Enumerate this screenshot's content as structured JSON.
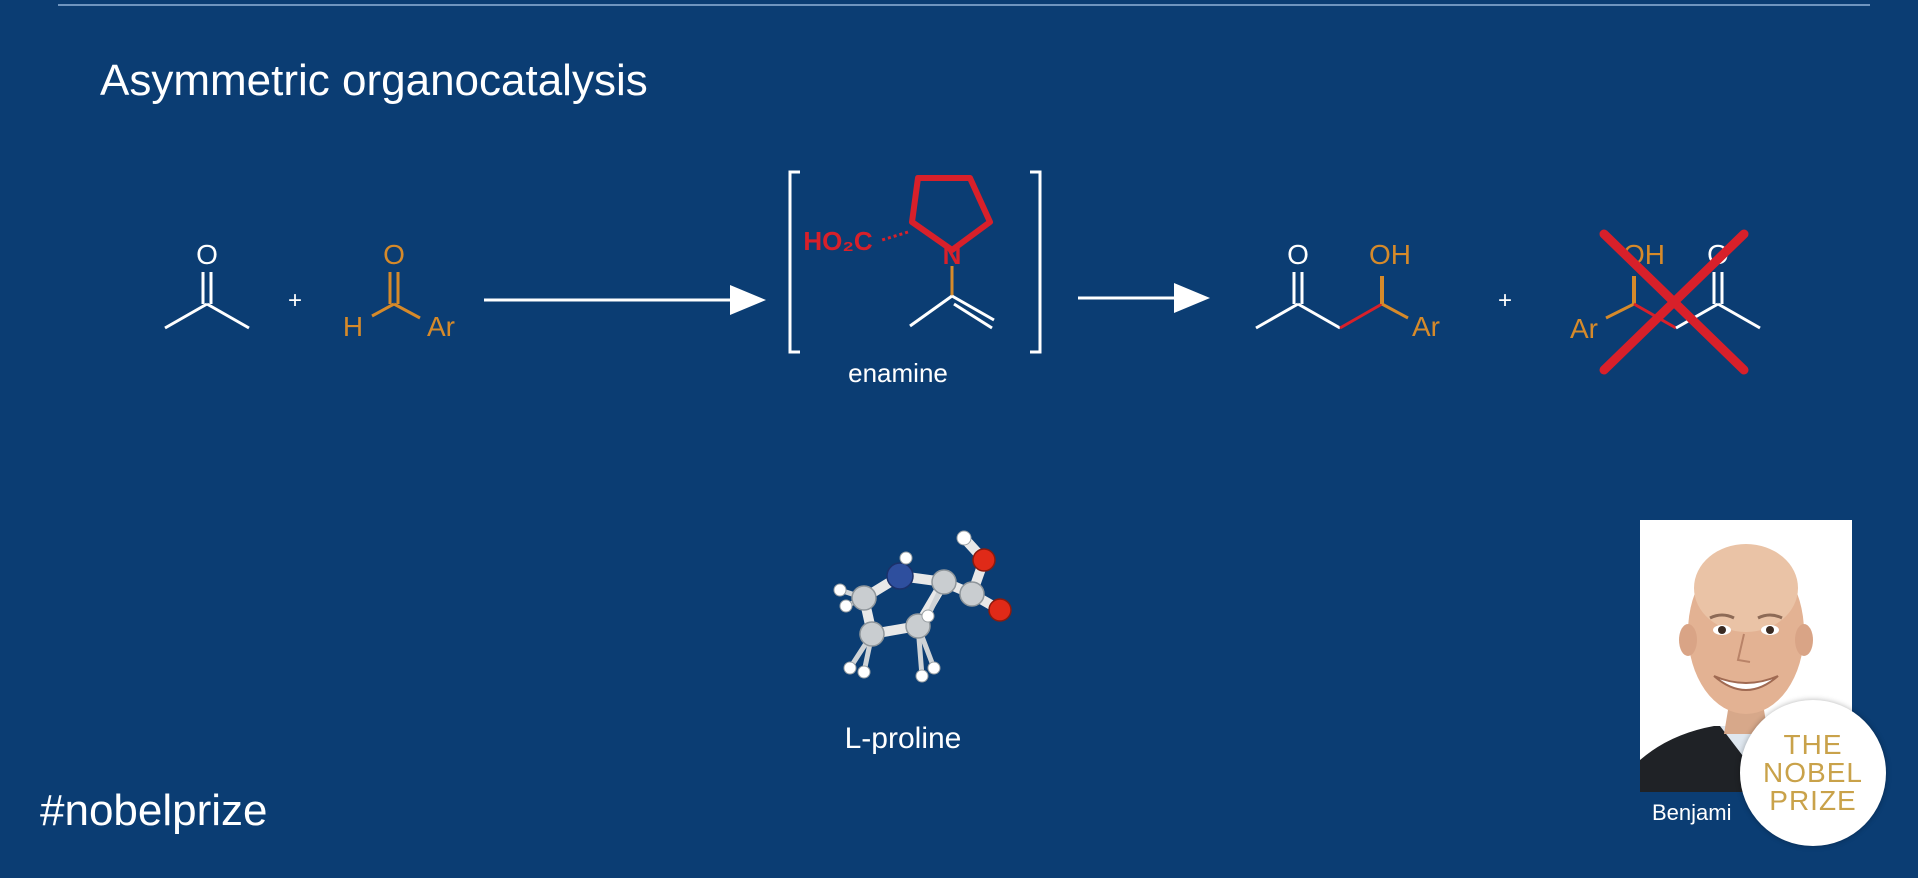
{
  "slide": {
    "title": "Asymmetric organocatalysis",
    "hashtag": "#nobelprize"
  },
  "scheme": {
    "reactant1": {
      "oxygen": "O"
    },
    "plus1": "+",
    "reactant2": {
      "oxygen": "O",
      "hydrogen": "H",
      "aryl": "Ar"
    },
    "intermediate": {
      "acid_group": "HO₂C",
      "nitrogen": "N",
      "label": "enamine"
    },
    "product": {
      "oxygen": "O",
      "hydroxyl": "OH",
      "aryl": "Ar"
    },
    "plus2": "+",
    "side_product": {
      "hydroxyl": "OH",
      "oxygen": "O",
      "aryl": "Ar",
      "status": "crossed-out"
    },
    "catalyst_label": "L-proline"
  },
  "speaker": {
    "caption": "Benjami"
  },
  "seal": {
    "line1": "THE",
    "line2": "NOBEL",
    "line3": "PRIZE"
  },
  "colors": {
    "background": "#0b3d73",
    "orange": "#d68a2a",
    "red": "#d8202a",
    "white": "#ffffff"
  }
}
